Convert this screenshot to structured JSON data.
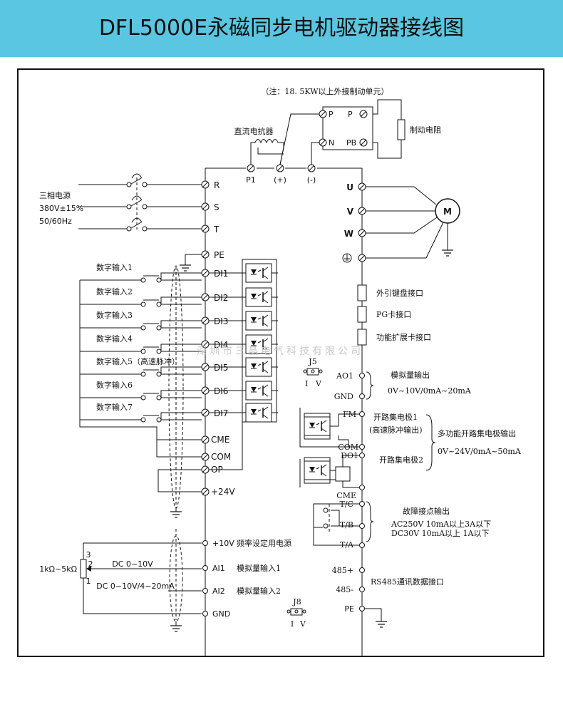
{
  "header": {
    "title": "DFL5000E永磁同步电机驱动器接线图"
  },
  "note": "（注：18. 5KW以上外接制动单元）",
  "dc_reactor_label": "直流电抗器",
  "brake_resistor_label": "制动电阻",
  "brake_terminals": {
    "p_in": "P",
    "n_in": "N",
    "p_out": "P",
    "pb_out": "PB"
  },
  "dc_terminals": [
    "P1",
    "(+)",
    "(-)"
  ],
  "power_input": {
    "line1": "三相电源",
    "line2": "380V±15%",
    "line3": "50/60Hz"
  },
  "power_terminals": [
    "R",
    "S",
    "T"
  ],
  "pe_label": "PE",
  "motor_terminals": [
    "U",
    "V",
    "W"
  ],
  "motor_label": "M",
  "interfaces": [
    "外引键盘接口",
    "PG卡接口",
    "功能扩展卡接口"
  ],
  "digital_inputs": [
    {
      "label": "数字输入1",
      "terminal": "DI1"
    },
    {
      "label": "数字输入2",
      "terminal": "DI2"
    },
    {
      "label": "数字输入3",
      "terminal": "DI3"
    },
    {
      "label": "数字输入4",
      "terminal": "DI4"
    },
    {
      "label": "数字输入5（高速脉冲）",
      "terminal": "DI5"
    },
    {
      "label": "数字输入6",
      "terminal": "DI6"
    },
    {
      "label": "数字输入7",
      "terminal": "DI7"
    }
  ],
  "common_terminals": [
    "CME",
    "COM",
    "OP",
    "+24V"
  ],
  "jumper_j5": {
    "name": "J5",
    "i": "I",
    "v": "V"
  },
  "jumper_j8": {
    "name": "J8",
    "i": "I",
    "v": "V"
  },
  "analog_out": {
    "ao1": "AO1",
    "gnd": "GND",
    "title": "模拟量输出",
    "range": "0V~10V/0mA~20mA"
  },
  "open_collector": {
    "fm": "FM",
    "fm_label1": "开路集电极1",
    "fm_label2": "(高速脉冲输出)",
    "com": "COM",
    "do1": "DO1",
    "do_label": "开路集电极2",
    "cme": "CME",
    "title": "多功能开路集电极输出",
    "range": "0V~24V/0mA~50mA"
  },
  "relay": {
    "tc": "T/C",
    "tb": "T/B",
    "ta": "T/A",
    "title": "故障接点输出",
    "line1": "AC250V 10mA以上3A以下",
    "line2": "DC30V  10mA以上  1A以下"
  },
  "comm": {
    "plus": "485+",
    "minus": "485-",
    "pe": "PE",
    "label": "RS485通讯数据接口"
  },
  "analog_in": {
    "v10": "+10V",
    "v10_label": "频率设定用电源",
    "ai1": "AI1",
    "ai1_label": "模拟量输入1",
    "ai2": "AI2",
    "ai2_label": "模拟量输入2",
    "gnd": "GND",
    "pot": "1kΩ~5kΩ",
    "pin3": "3",
    "pin2": "2",
    "pin1": "1",
    "dc1": "DC 0~10V",
    "dc2": "DC 0~10V/4~20mA"
  },
  "watermark": "深圳市三晶电气科技有限公司"
}
